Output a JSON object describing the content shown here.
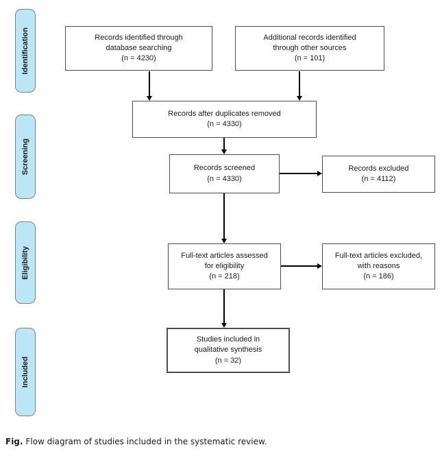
{
  "figure": {
    "caption_prefix": "Fig.",
    "caption_text": "Flow diagram of studies included in the systematic review."
  },
  "stages": [
    {
      "label": "Identification"
    },
    {
      "label": "Screening"
    },
    {
      "label": "Eligibility"
    },
    {
      "label": "Included"
    }
  ],
  "boxes": {
    "identified_db": {
      "text": "Records identified through\ndatabase searching\n(n = 4230)",
      "n": 4230
    },
    "identified_other": {
      "text": "Additional records identified\nthrough other sources\n(n = 101)",
      "n": 101
    },
    "after_duplicates": {
      "text": "Records after duplicates removed\n(n = 4330)",
      "n": 4330
    },
    "screened": {
      "text": "Records screened\n(n = 4330)",
      "n": 4330
    },
    "records_excluded": {
      "text": "Records excluded\n(n = 4112)",
      "n": 4112
    },
    "fulltext_assessed": {
      "text": "Full-text articles assessed\nfor eligibility\n(n = 218)",
      "n": 218
    },
    "fulltext_excluded": {
      "text": "Full-text articles excluded,\nwith reasons\n(n = 186)",
      "n": 186
    },
    "included_qualitative": {
      "text": "Studies included in\nqualitative synthesis\n(n = 32)",
      "n": 32
    }
  },
  "colors": {
    "stage_fill": "#BDE5F8",
    "stage_border": "#7F7F7F",
    "box_border": "#4D4D4D",
    "arrow": "#000000"
  }
}
